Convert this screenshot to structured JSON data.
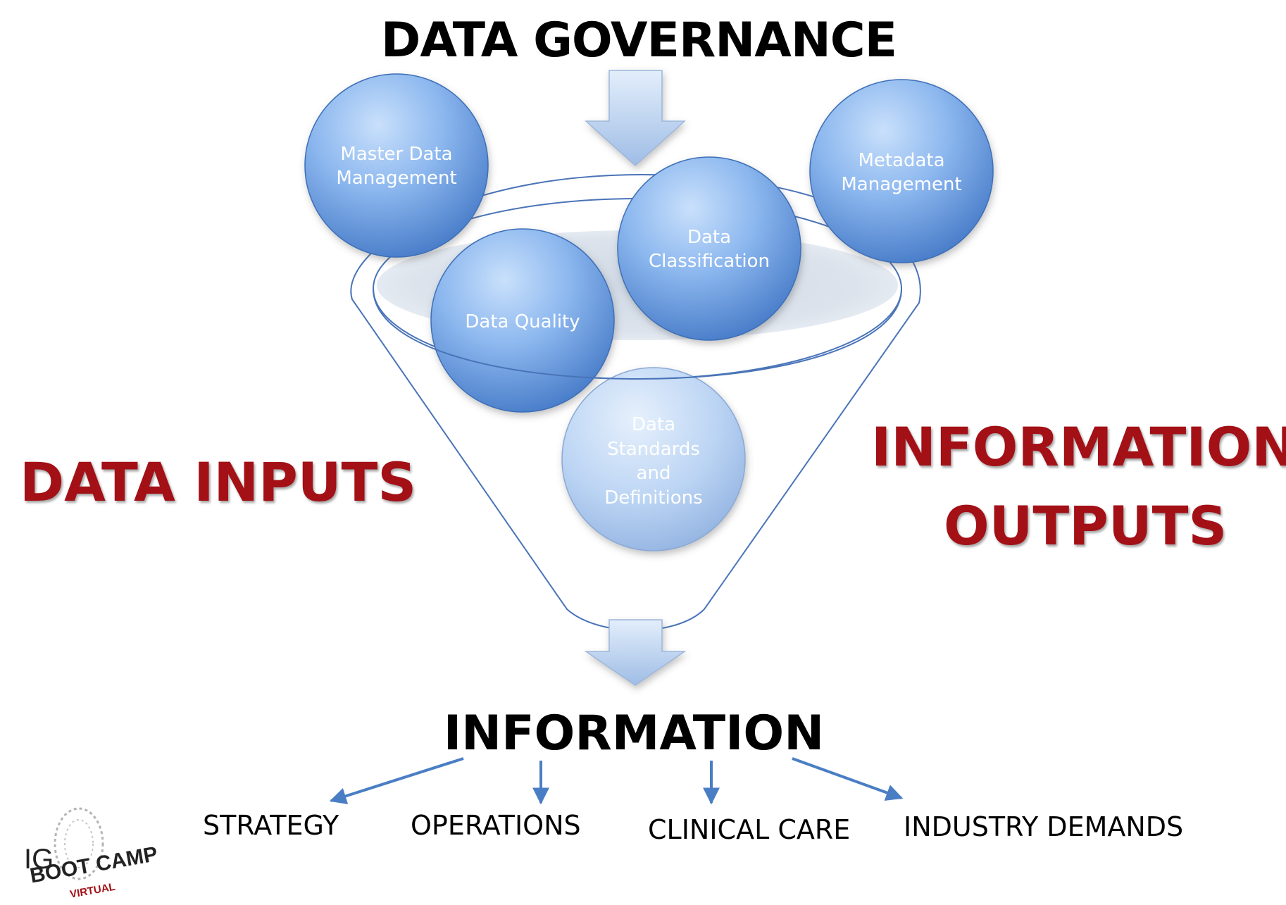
{
  "diagram": {
    "title": "DATA GOVERNANCE",
    "side_left": "DATA INPUTS",
    "side_right_line1": "INFORMATION",
    "side_right_line2": "OUTPUTS",
    "circles": [
      {
        "id": "master",
        "lines": [
          "Master Data",
          "Management"
        ]
      },
      {
        "id": "metadata",
        "lines": [
          "Metadata",
          "Management"
        ]
      },
      {
        "id": "classification",
        "lines": [
          "Data",
          "Classification"
        ]
      },
      {
        "id": "quality",
        "lines": [
          "Data Quality"
        ]
      },
      {
        "id": "standards",
        "lines": [
          "Data",
          "Standards",
          "and",
          "Definitions"
        ]
      }
    ],
    "output_label": "INFORMATION",
    "outputs": [
      "STRATEGY",
      "OPERATIONS",
      "CLINICAL CARE",
      "INDUSTRY DEMANDS"
    ],
    "colors": {
      "accent_red": "#a31016",
      "circle_light": "#c4dcf8",
      "circle_dark": "#4d82cc",
      "funnel_stroke": "#4a74b8",
      "arrow_blue": "#4a7ec4"
    }
  },
  "logo": {
    "line1": "IG",
    "line2": "BOOT CAMP",
    "line3": "VIRTUAL"
  }
}
